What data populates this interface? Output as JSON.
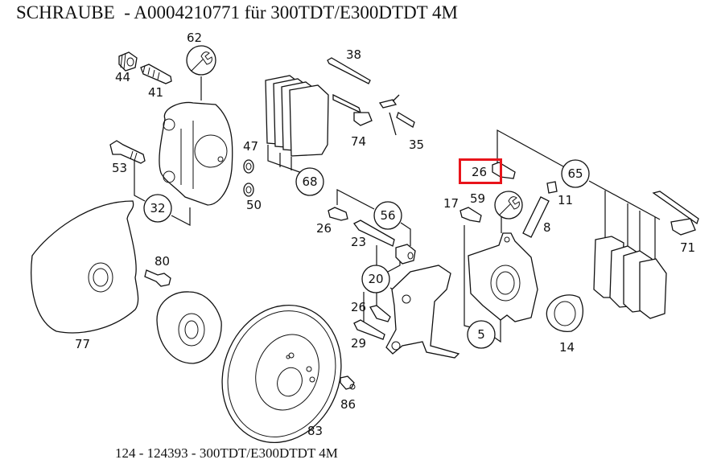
{
  "header": {
    "title": "SCHRAUBE  - A0004210771 für 300TDT/E300DTDT 4M"
  },
  "footer": {
    "caption": "124 - 124393 - 300TDT/E300DTDT 4M"
  },
  "highlight": {
    "part_number": "26",
    "color": "#e8141b"
  },
  "labels": {
    "p44": "44",
    "p41": "41",
    "p62": "62",
    "p38": "38",
    "p74": "74",
    "p35": "35",
    "p53": "53",
    "p47": "47",
    "p50": "50",
    "p68": "68",
    "p32": "32",
    "p26_highlight": "26",
    "p65": "65",
    "p59": "59",
    "p11": "11",
    "p17": "17",
    "p8": "8",
    "p71": "71",
    "p56": "56",
    "p26_a": "26",
    "p23": "23",
    "p80": "80",
    "p20": "20",
    "p26_b": "26",
    "p29": "29",
    "p5": "5",
    "p14": "14",
    "p77": "77",
    "p86": "86",
    "p83": "83"
  },
  "icons": {
    "tool_callouts": [
      "wrench-icon-62",
      "wrench-icon-59"
    ]
  }
}
